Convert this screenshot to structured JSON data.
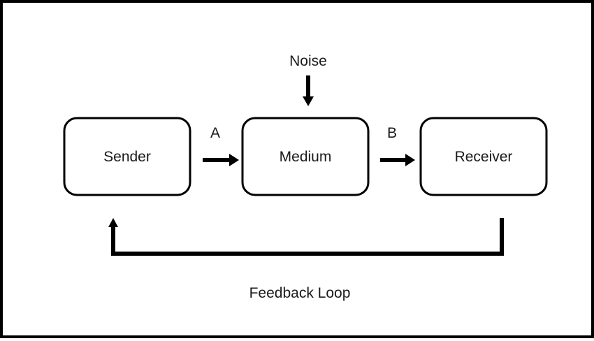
{
  "nodes": {
    "sender": "Sender",
    "medium": "Medium",
    "receiver": "Receiver"
  },
  "labels": {
    "noise": "Noise",
    "a": "A",
    "b": "B",
    "feedback": "Feedback Loop"
  }
}
